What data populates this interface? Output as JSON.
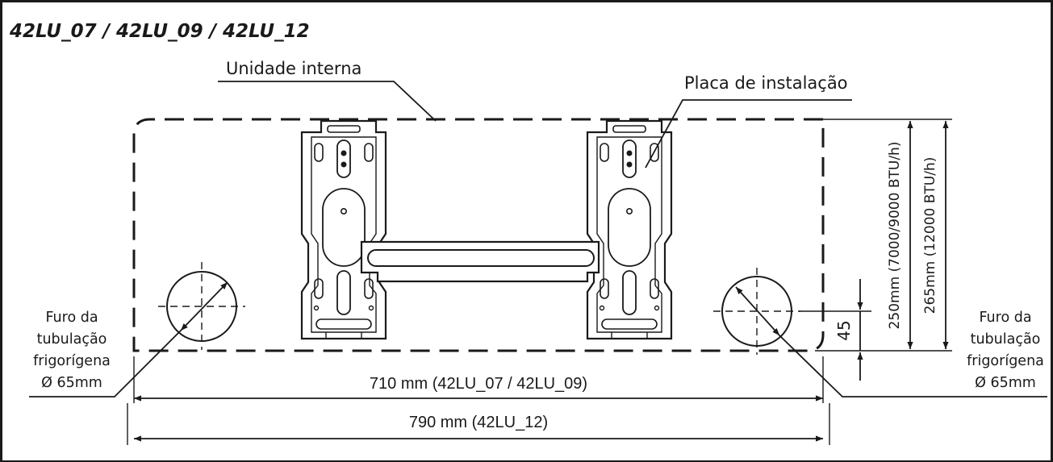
{
  "title": "42LU_07 / 42LU_09 / 42LU_12",
  "labels": {
    "indoor_unit": "Unidade interna",
    "install_plate": "Placa de instalação"
  },
  "hole_left": {
    "line1": "Furo da",
    "line2": "tubulação",
    "line3": "frigorígena",
    "line4": "Ø 65mm"
  },
  "hole_right": {
    "line1": "Furo da",
    "line2": "tubulação",
    "line3": "frigorígena",
    "line4": "Ø 65mm"
  },
  "dimensions": {
    "width_small": "710 mm (42LU_07 / 42LU_09)",
    "width_large": "790 mm (42LU_12)",
    "height_small": "250mm (7000/9000 BTU/h)",
    "height_large": "265mm (12000 BTU/h)",
    "offset": "45"
  }
}
